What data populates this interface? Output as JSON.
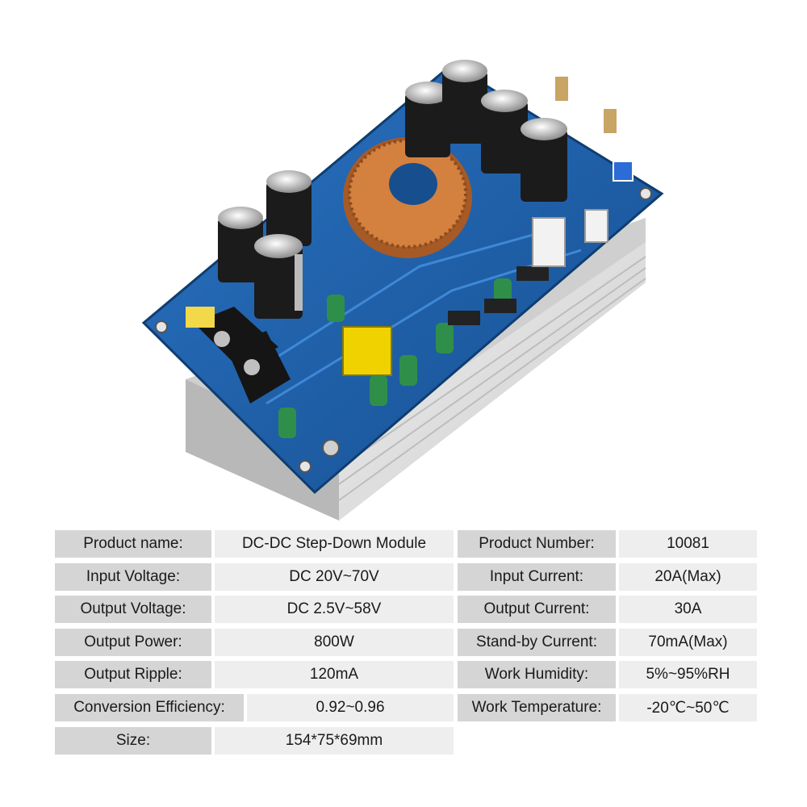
{
  "specs": {
    "left": [
      {
        "label": "Product name:",
        "value": "DC-DC Step-Down Module"
      },
      {
        "label": "Input Voltage:",
        "value": "DC 20V~70V"
      },
      {
        "label": "Output Voltage:",
        "value": "DC 2.5V~58V"
      },
      {
        "label": "Output Power:",
        "value": "800W"
      },
      {
        "label": "Output Ripple:",
        "value": "120mA"
      },
      {
        "label": "Conversion Efficiency:",
        "value": "0.92~0.96"
      },
      {
        "label": "Size:",
        "value": "154*75*69mm"
      }
    ],
    "right": [
      {
        "label": "Product Number:",
        "value": "10081"
      },
      {
        "label": "Input Current:",
        "value": "20A(Max)"
      },
      {
        "label": "Output Current:",
        "value": "30A"
      },
      {
        "label": "Stand-by Current:",
        "value": "70mA(Max)"
      },
      {
        "label": "Work Humidity:",
        "value": "5%~95%RH"
      },
      {
        "label": "Work Temperature:",
        "value": "-20℃~50℃"
      }
    ]
  },
  "colors": {
    "pcb": "#1d5fa8",
    "heatsink": "#d9d9d9",
    "copper": "#c8733a",
    "capacitor": "#1b1b1b",
    "label_bg": "#d5d5d5",
    "value_bg": "#eeeeee"
  }
}
